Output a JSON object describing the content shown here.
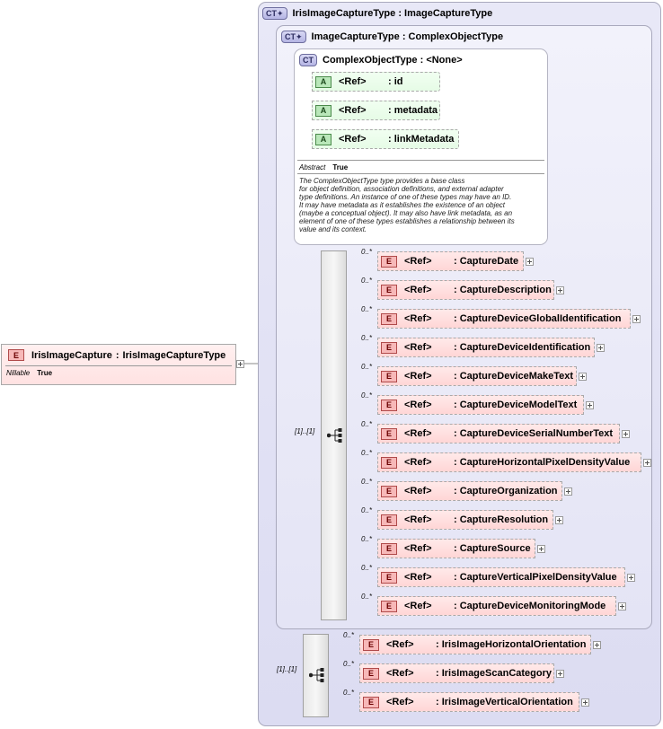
{
  "root_element": {
    "badge": "E",
    "name": "IrisImageCapture",
    "type": "IrisImageCaptureType",
    "nillable_label": "Nillable",
    "nillable_value": "True"
  },
  "outer_type": {
    "badge": "CT",
    "label": "IrisImageCaptureType : ImageCaptureType"
  },
  "middle_type": {
    "badge": "CT",
    "label": "ImageCaptureType : ComplexObjectType"
  },
  "inner_type": {
    "badge": "CT",
    "label": "ComplexObjectType : <None>",
    "attributes": [
      {
        "badge": "A",
        "ref": "<Ref>",
        "name": ": id"
      },
      {
        "badge": "A",
        "ref": "<Ref>",
        "name": ": metadata"
      },
      {
        "badge": "A",
        "ref": "<Ref>",
        "name": ": linkMetadata"
      }
    ],
    "abstract_label": "Abstract",
    "abstract_value": "True",
    "annotation_lines": [
      "The ComplexObjectType type provides a base class",
      "for object definition, association definitions, and external adapter",
      "type definitions. An instance of one of these types may have an ID.",
      "It may have metadata as it establishes the existence of an object",
      "(maybe a conceptual object). It may also have link metadata, as an",
      "element of one of these types establishes a relationship between its",
      "value and its context."
    ]
  },
  "sequence1": {
    "multiplicity": "[1]..[1]",
    "elements": [
      {
        "occ": "0..*",
        "badge": "E",
        "ref": "<Ref>",
        "name": ": CaptureDate"
      },
      {
        "occ": "0..*",
        "badge": "E",
        "ref": "<Ref>",
        "name": ": CaptureDescription"
      },
      {
        "occ": "0..*",
        "badge": "E",
        "ref": "<Ref>",
        "name": ": CaptureDeviceGlobalIdentification"
      },
      {
        "occ": "0..*",
        "badge": "E",
        "ref": "<Ref>",
        "name": ": CaptureDeviceIdentification"
      },
      {
        "occ": "0..*",
        "badge": "E",
        "ref": "<Ref>",
        "name": ": CaptureDeviceMakeText"
      },
      {
        "occ": "0..*",
        "badge": "E",
        "ref": "<Ref>",
        "name": ": CaptureDeviceModelText"
      },
      {
        "occ": "0..*",
        "badge": "E",
        "ref": "<Ref>",
        "name": ": CaptureDeviceSerialNumberText"
      },
      {
        "occ": "0..*",
        "badge": "E",
        "ref": "<Ref>",
        "name": ": CaptureHorizontalPixelDensityValue"
      },
      {
        "occ": "0..*",
        "badge": "E",
        "ref": "<Ref>",
        "name": ": CaptureOrganization"
      },
      {
        "occ": "0..*",
        "badge": "E",
        "ref": "<Ref>",
        "name": ": CaptureResolution"
      },
      {
        "occ": "0..*",
        "badge": "E",
        "ref": "<Ref>",
        "name": ": CaptureSource"
      },
      {
        "occ": "0..*",
        "badge": "E",
        "ref": "<Ref>",
        "name": ": CaptureVerticalPixelDensityValue"
      },
      {
        "occ": "0..*",
        "badge": "E",
        "ref": "<Ref>",
        "name": ": CaptureDeviceMonitoringMode"
      }
    ]
  },
  "sequence2": {
    "multiplicity": "[1]..[1]",
    "elements": [
      {
        "occ": "0..*",
        "badge": "E",
        "ref": "<Ref>",
        "name": ": IrisImageHorizontalOrientation"
      },
      {
        "occ": "0..*",
        "badge": "E",
        "ref": "<Ref>",
        "name": ": IrisImageScanCategory"
      },
      {
        "occ": "0..*",
        "badge": "E",
        "ref": "<Ref>",
        "name": ": IrisImageVerticalOrientation"
      }
    ]
  },
  "colors": {
    "type_panel": "#dcdcf2",
    "element_fill": "#ffd6d6",
    "attribute_fill": "#e6fbe6",
    "element_badge": "#f7b8b8",
    "attribute_badge": "#b9e7b9"
  }
}
